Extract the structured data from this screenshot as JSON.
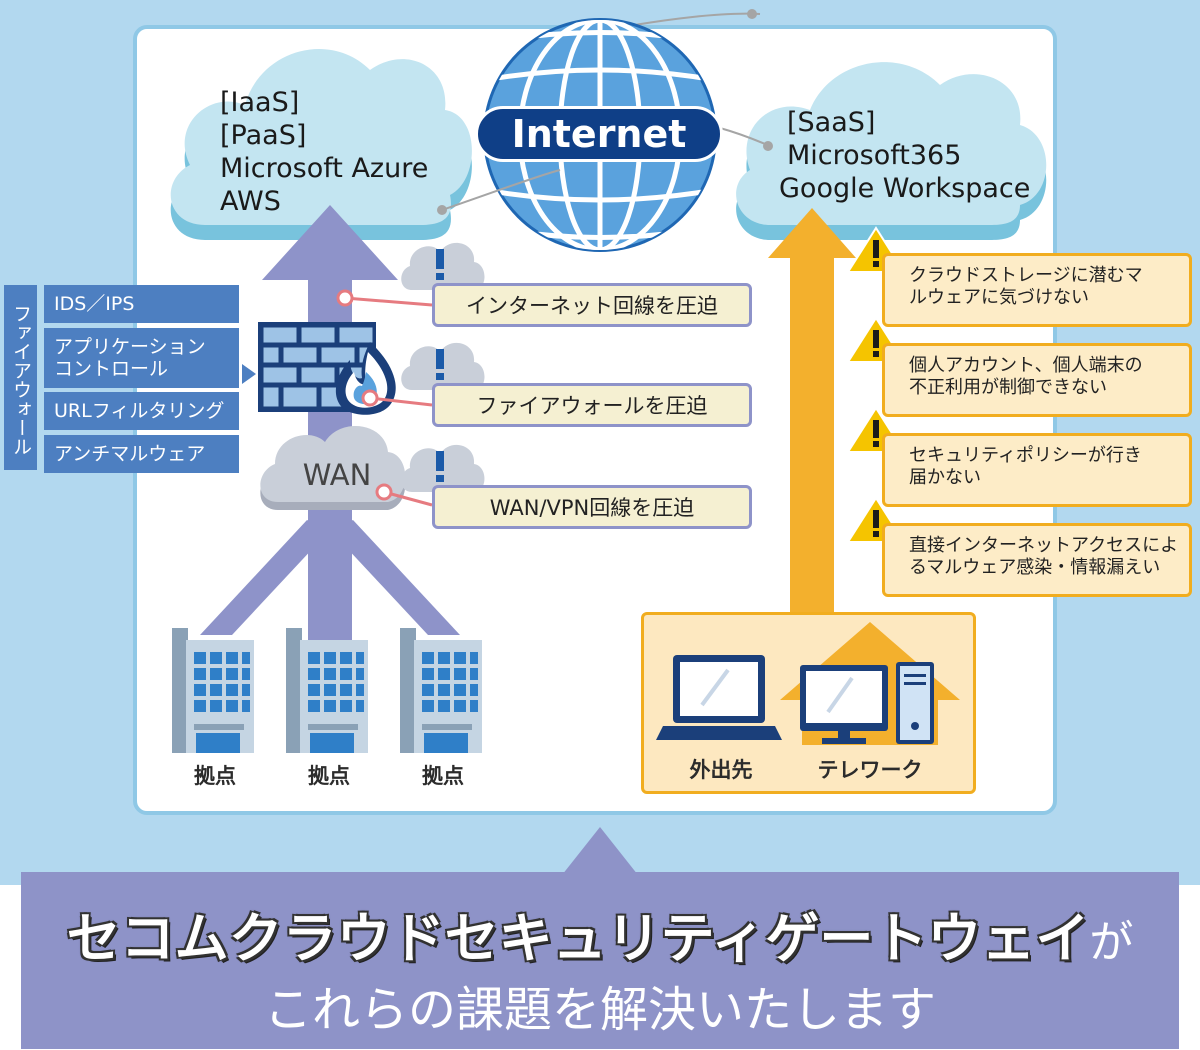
{
  "clouds": {
    "left": {
      "lines": [
        "[IaaS]",
        "[PaaS]",
        "Microsoft Azure",
        "AWS"
      ]
    },
    "right": {
      "lines": [
        "[SaaS]",
        "Microsoft365",
        "Google Workspace"
      ]
    },
    "wan": "WAN"
  },
  "internet": {
    "label": "Internet"
  },
  "firewall_panel": {
    "title": "ファイアウォール",
    "items": [
      "IDS／IPS",
      "アプリケーション\nコントロール",
      "URLフィルタリング",
      "アンチマルウェア"
    ]
  },
  "issues": [
    "インターネット回線を圧迫",
    "ファイアウォールを圧迫",
    "WAN/VPN回線を圧迫"
  ],
  "warnings": [
    {
      "line1": "クラウドストレージに潜むマ",
      "line2": "ルウェアに気づけない"
    },
    {
      "line1": "個人アカウント、個人端末の",
      "line2": "不正利用が制御できない"
    },
    {
      "line1": "セキュリティポリシーが行き",
      "line2": "届かない"
    },
    {
      "line1": "直接インターネットアクセスによ",
      "line2": "るマルウェア感染・情報漏えい"
    }
  ],
  "sites": [
    "拠点",
    "拠点",
    "拠点"
  ],
  "remote": {
    "away_label": "外出先",
    "telework_label": "テレワーク"
  },
  "banner": {
    "strong": "セコムクラウドセキュリティゲートウェイ",
    "suffix": "が",
    "line2": "これらの課題を解決いたします"
  },
  "colors": {
    "sky": "#b2d8ef",
    "cloud": "#c3e5f1",
    "navy": "#0f3f87",
    "fw_blue": "#4d7fc1",
    "arrow_purple": "#8e93c9",
    "arrow_orange": "#f3b02d",
    "issue_fill": "#f5f0d2",
    "warn_fill": "#fdecc7"
  }
}
